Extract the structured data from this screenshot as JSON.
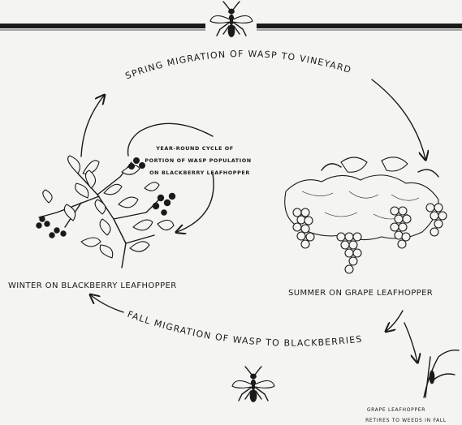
{
  "labels": {
    "spring_migration": "SPRING MIGRATION OF WASP TO VINEYARD",
    "fall_migration": "FALL MIGRATION OF WASP TO BLACKBERRIES",
    "year_round_line1": "YEAR-ROUND CYCLE OF",
    "year_round_line2": "PORTION OF WASP POPULATION",
    "year_round_line3": "ON BLACKBERRY LEAFHOPPER",
    "winter": "WINTER ON BLACKBERRY LEAFHOPPER",
    "summer": "SUMMER ON GRAPE LEAFHOPPER",
    "grape_line1": "GRAPE LEAFHOPPER",
    "grape_line2": "RETIRES TO WEEDS IN FALL"
  },
  "icons": [
    "wasp-icon",
    "blackberry-plant-icon",
    "grape-vine-icon",
    "weed-stem-icon",
    "arrow-icon"
  ]
}
